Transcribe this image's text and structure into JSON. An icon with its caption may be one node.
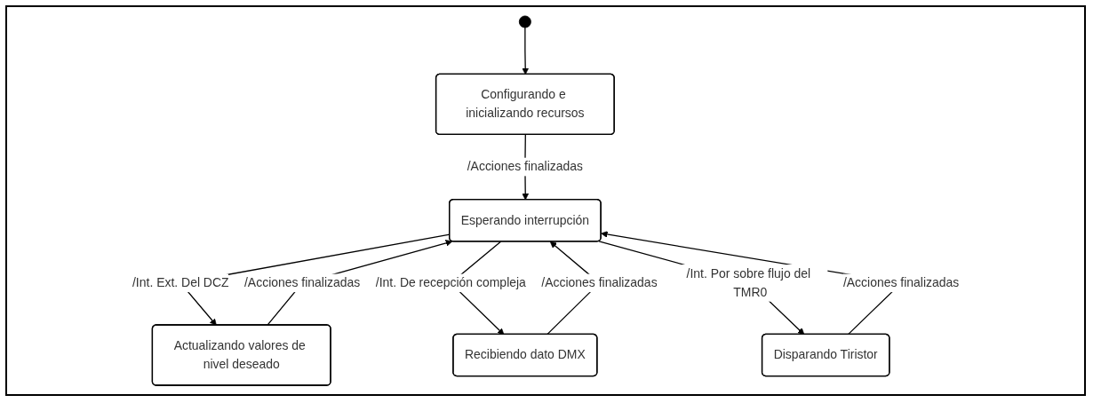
{
  "diagram": {
    "nodes": [
      {
        "text": [],
        "shape": "circle"
      },
      {
        "text": [
          "Configurando e inicializando recursos"
        ]
      },
      {
        "text": [
          "Esperando interrupción"
        ]
      },
      {
        "text": [
          "Actualizando valores de nivel deseado"
        ]
      },
      {
        "text": [
          "Recibiendo dato DMX"
        ]
      },
      {
        "text": [
          "Disparando Tiristor"
        ]
      }
    ],
    "edges": [
      {
        "from": 0,
        "to": 1,
        "arrow": "to"
      },
      {
        "from": 1,
        "to": 2,
        "arrow": "to",
        "label": "/Acciones finalizadas"
      },
      {
        "from": 2,
        "to": 3,
        "arrow": "to",
        "label": "/Int. Ext. Del DCZ"
      },
      {
        "from": 3,
        "to": 2,
        "arrow": "to",
        "label": "/Acciones finalizadas"
      },
      {
        "from": 2,
        "to": 4,
        "arrow": "to",
        "label": "/Int. De recepción compleja"
      },
      {
        "from": 4,
        "to": 2,
        "arrow": "to",
        "label": "/Acciones finalizadas"
      },
      {
        "from": 2,
        "to": 5,
        "arrow": "to",
        "label": "/Int. Por sobre flujo del TMR0"
      },
      {
        "from": 5,
        "to": 2,
        "arrow": "to",
        "label": "/Acciones finalizadas"
      }
    ]
  }
}
